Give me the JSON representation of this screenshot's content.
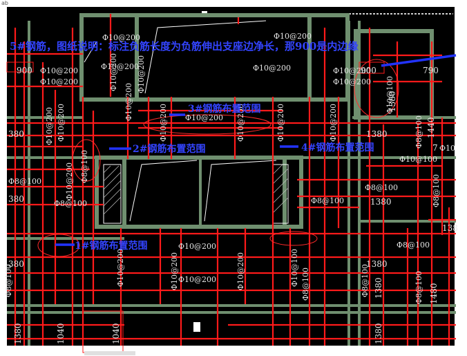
{
  "top_strip": {
    "label": "ab"
  },
  "annotations": {
    "note": "5#钢筋，图纸说明：标注负筋长度为负筋伸出支座边净长，那900是内边缘",
    "a1": "1#钢筋布置范围",
    "a2": "2#钢筋布置范围",
    "a3": "3#钢筋布置范围",
    "a4": "4#钢筋布置范围"
  },
  "rebar_labels": [
    "Φ10@200",
    "Φ10@200",
    "Φ10@200",
    "Φ10@200",
    "Φ10@200",
    "Φ10@200",
    "Φ10@200",
    "Φ10@200",
    "Φ10@200",
    "Φ10@200",
    "Φ10@200",
    "Φ10@200",
    "Φ10@200",
    "Φ10@200",
    "Φ10@200",
    "Φ10@200",
    "Φ10@200",
    "Φ10@200",
    "Φ10@200",
    "Φ10@200",
    "Φ10@200",
    "Φ10@200",
    "Φ10@200",
    "Φ10@200",
    "Φ10@100",
    "Φ10@100",
    "Φ8@100",
    "Φ8@100",
    "Φ8@100",
    "Φ8@100",
    "Φ8@100",
    "Φ8@100",
    "Φ8@100",
    "Φ8@100",
    "Φ8@100",
    "Φ8@100",
    "Φ8@100",
    "Φ10@100",
    "Φ10",
    "Φ8@100"
  ],
  "dimensions": [
    "900",
    "900",
    "790",
    "1380",
    "1440",
    "380",
    "380",
    "1380",
    "380",
    "1380",
    "1380",
    "1040",
    "1040",
    "1380",
    "1480",
    "1380",
    "1380",
    "7",
    "138"
  ],
  "colors": {
    "background": "#000000",
    "rebar": "#ff1a1a",
    "wall": "#6f8f6f",
    "note_text": "#3344ff",
    "label_text": "#e8e8e8",
    "range_ellipse": "#ff2a2a",
    "pointer_bar": "#2233ff"
  }
}
